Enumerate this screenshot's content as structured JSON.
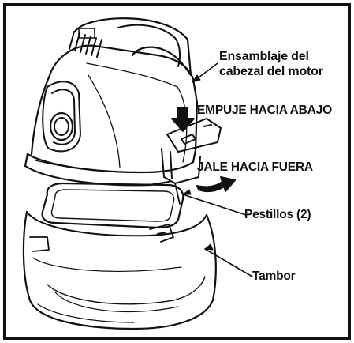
{
  "figure": {
    "labels": {
      "motor_head_line1": "Ensamblaje del",
      "motor_head_line2": "cabezal del motor",
      "push_down": "EMPUJE HACIA ABAJO",
      "pull_out": "JALE HACIA FUERA",
      "latches": "Pestillos (2)",
      "drum": "Tambor"
    }
  }
}
